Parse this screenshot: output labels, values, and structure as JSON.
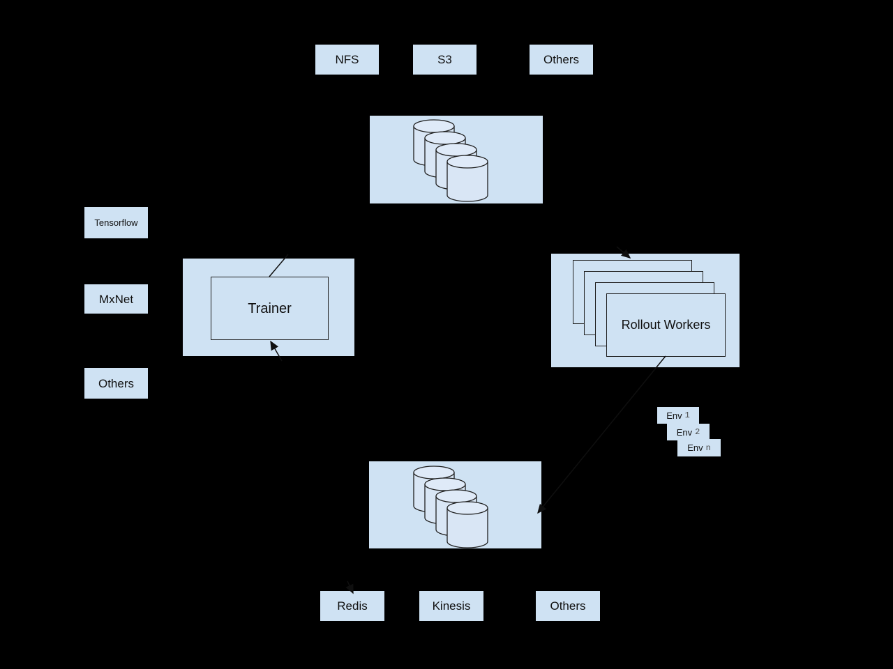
{
  "palette": {
    "background": "#000000",
    "box_fill": "#cfe2f3",
    "shape_fill": "#d9e6f5",
    "shape_top_fill": "#dfeaf8",
    "stroke": "#1f1f1f",
    "arrow": "#0f0f0f",
    "text": "#101010",
    "env_id_text": "#4a4a4a"
  },
  "top_row": {
    "items": [
      {
        "label": "NFS"
      },
      {
        "label": "S3"
      },
      {
        "label": "Others"
      }
    ]
  },
  "left_column": {
    "items": [
      {
        "label": "Tensorflow"
      },
      {
        "label": "MxNet"
      },
      {
        "label": "Others"
      }
    ]
  },
  "trainer": {
    "label": "Trainer"
  },
  "rollout_workers": {
    "label": "Rollout Workers",
    "stack_count": 4
  },
  "environments": {
    "items": [
      {
        "prefix": "Env",
        "id": "1"
      },
      {
        "prefix": "Env",
        "id": "2"
      },
      {
        "prefix": "Env",
        "id": "n"
      }
    ]
  },
  "bottom_row": {
    "items": [
      {
        "label": "Redis"
      },
      {
        "label": "Kinesis"
      },
      {
        "label": "Others"
      }
    ]
  },
  "icons": {
    "top_storage": "database-cylinders-icon",
    "bottom_storage": "database-cylinders-icon"
  }
}
